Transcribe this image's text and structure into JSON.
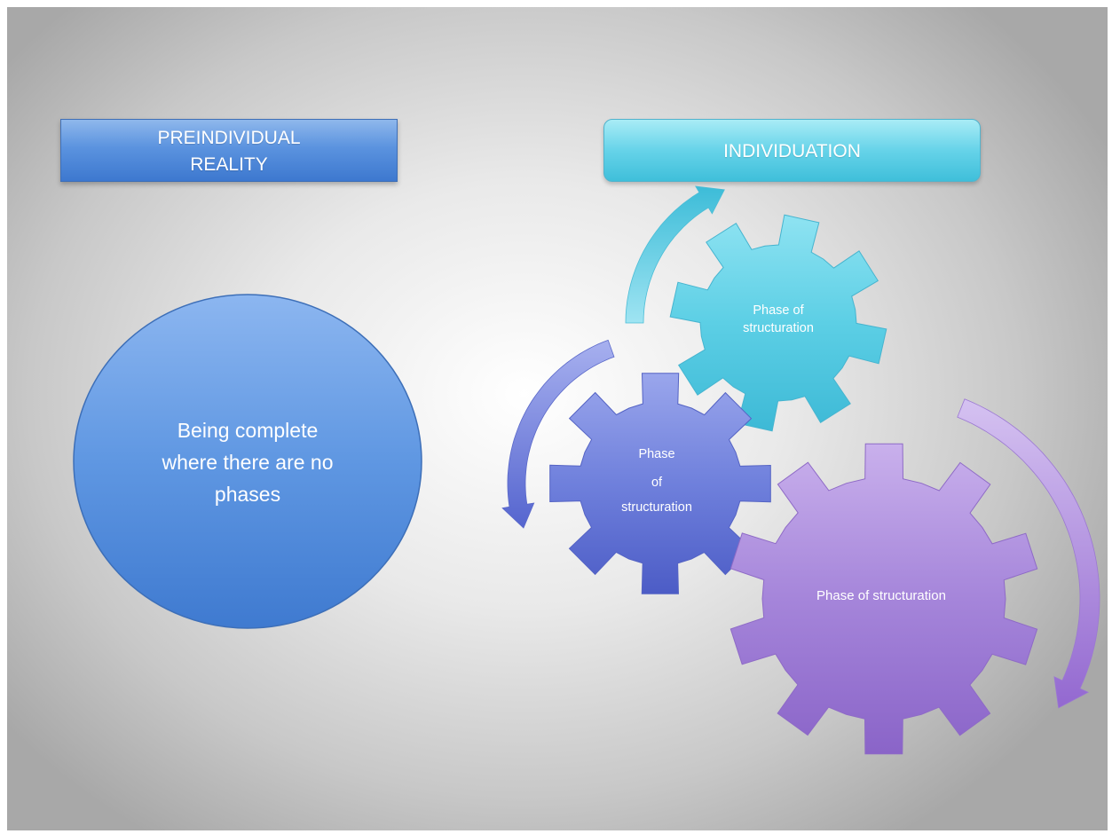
{
  "preindividual": {
    "title_line1": "PREINDIVIDUAL",
    "title_line2": "REALITY",
    "circle_line1": "Being complete",
    "circle_line2": "where there are no",
    "circle_line3": "phases"
  },
  "individuation": {
    "title": "INDIVIDUATION",
    "gear_top_line1": "Phase of",
    "gear_top_line2": "structuration",
    "gear_middle_line1": "Phase",
    "gear_middle_line2": "of",
    "gear_middle_line3": "structuration",
    "gear_large_label": "Phase of structuration"
  },
  "colors": {
    "blue": "#4f88d8",
    "cyan": "#55cbe2",
    "indigo": "#6f7fdc",
    "purple": "#a17fd6"
  }
}
